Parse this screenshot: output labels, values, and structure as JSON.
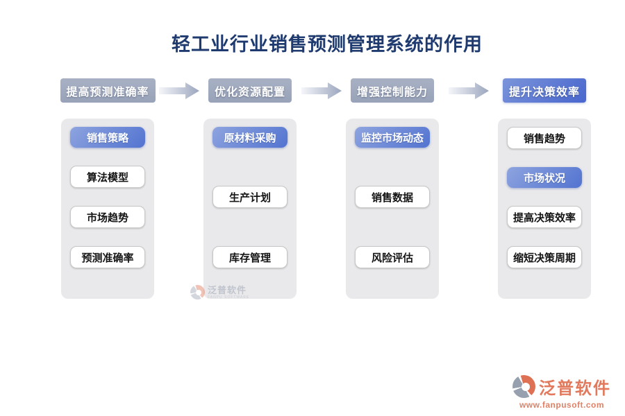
{
  "title": "轻工业行业销售预测管理系统的作用",
  "columns": [
    {
      "header": "提高预测准确率",
      "header_style": "gray",
      "items": [
        {
          "label": "销售策略",
          "variant": "blue"
        },
        {
          "label": "算法模型",
          "variant": "white"
        },
        {
          "label": "市场趋势",
          "variant": "white"
        },
        {
          "label": "预测准确率",
          "variant": "white"
        }
      ]
    },
    {
      "header": "优化资源配置",
      "header_style": "gray",
      "items": [
        {
          "label": "原材料采购",
          "variant": "blue"
        },
        {
          "label": "生产计划",
          "variant": "white"
        },
        {
          "label": "库存管理",
          "variant": "white"
        }
      ]
    },
    {
      "header": "增强控制能力",
      "header_style": "gray",
      "items": [
        {
          "label": "监控市场动态",
          "variant": "blue"
        },
        {
          "label": "销售数据",
          "variant": "white"
        },
        {
          "label": "风险评估",
          "variant": "white"
        }
      ]
    },
    {
      "header": "提升决策效率",
      "header_style": "blue",
      "items": [
        {
          "label": "销售趋势",
          "variant": "white"
        },
        {
          "label": "市场状况",
          "variant": "blue"
        },
        {
          "label": "提高决策效率",
          "variant": "white"
        },
        {
          "label": "缩短决策周期",
          "variant": "white"
        }
      ]
    }
  ],
  "watermark": {
    "text": "泛普软件",
    "subtext": "FANPU SOFTWARE"
  },
  "footer_logo": {
    "text": "泛普软件",
    "url": "www.fanpusoft.com"
  },
  "colors": {
    "title_navy": "#1E3A6E",
    "header_gray": "#9FA9BD",
    "accent_blue": "#5273D0",
    "panel_gray": "#E9E9EB",
    "brand_salmon": "#E2795C",
    "arrow_gradient_start": "#F5F6FA",
    "arrow_gradient_end": "#9BA6BE"
  }
}
